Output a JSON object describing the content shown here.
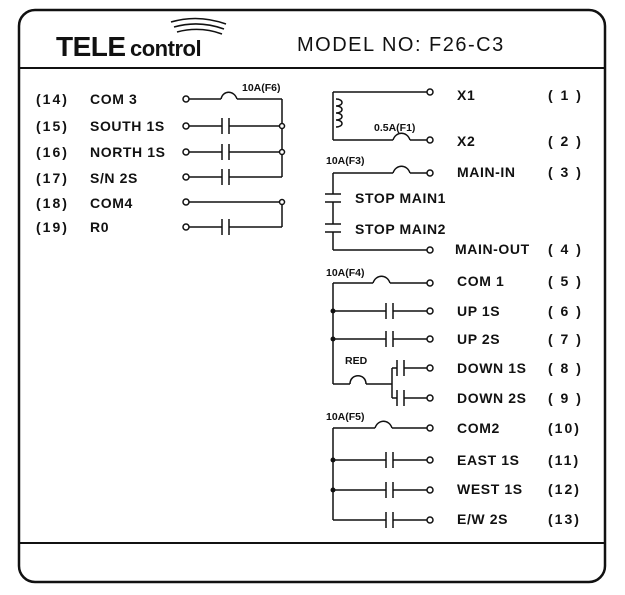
{
  "brand": {
    "part1": "TELE",
    "part2": "control"
  },
  "model": "MODEL NO:  F26-C3",
  "left_terminals": [
    {
      "num": "(14)",
      "label": "COM 3"
    },
    {
      "num": "(15)",
      "label": "SOUTH 1S"
    },
    {
      "num": "(16)",
      "label": "NORTH 1S"
    },
    {
      "num": "(17)",
      "label": "S/N 2S"
    },
    {
      "num": "(18)",
      "label": "COM4"
    },
    {
      "num": "(19)",
      "label": "R0"
    }
  ],
  "right_terminals": [
    {
      "label": "X1",
      "num": "( 1 )"
    },
    {
      "label": "X2",
      "num": "( 2 )"
    },
    {
      "label": "MAIN-IN",
      "num": "( 3 )"
    },
    {
      "label": "MAIN-OUT",
      "num": "( 4 )"
    },
    {
      "label": "COM 1",
      "num": "( 5 )"
    },
    {
      "label": "UP  1S",
      "num": "( 6 )"
    },
    {
      "label": "UP  2S",
      "num": "( 7 )"
    },
    {
      "label": "DOWN 1S",
      "num": "( 8 )"
    },
    {
      "label": "DOWN 2S",
      "num": "( 9 )"
    },
    {
      "label": "COM2",
      "num": "(10)"
    },
    {
      "label": "EAST 1S",
      "num": "(11)"
    },
    {
      "label": "WEST 1S",
      "num": "(12)"
    },
    {
      "label": "E/W 2S",
      "num": "(13)"
    }
  ],
  "fuses": {
    "f6": "10A(F6)",
    "f1": "0.5A(F1)",
    "f3": "10A(F3)",
    "f4": "10A(F4)",
    "f5": "10A(F5)"
  },
  "contacts": {
    "stop1": "STOP MAIN1",
    "stop2": "STOP MAIN2",
    "red": "RED"
  }
}
